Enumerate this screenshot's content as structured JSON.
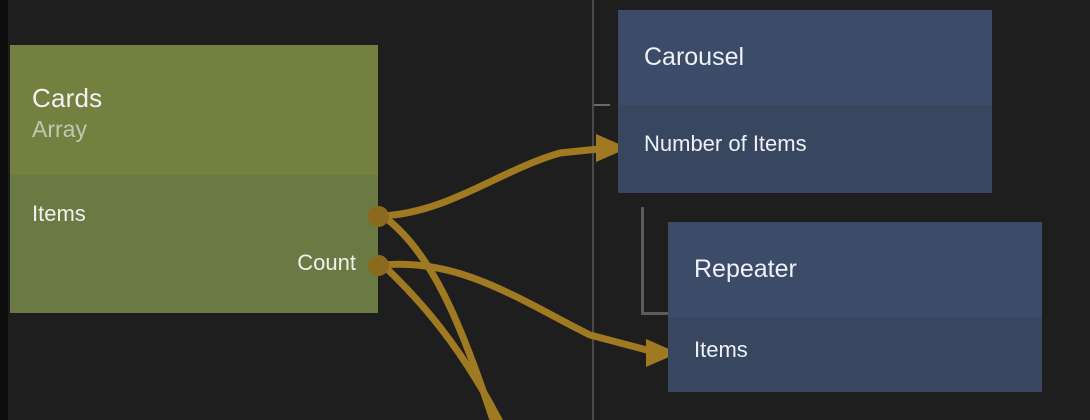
{
  "canvas": {
    "background": "#1e1e1e",
    "gutter_color": "#0d0d0d",
    "guide_line_color": "#5a5a5a",
    "bracket_color": "#5c5c5c"
  },
  "theme": {
    "wire_color": "#a07a22",
    "port_color": "#8a6a1e",
    "green_header": "#74803f",
    "green_body": "#6b7a42",
    "blue_header": "#3c4c68",
    "blue_body": "#384660",
    "text_primary": "#f0f0f0",
    "text_muted": "#c2c7b2"
  },
  "nodes": {
    "cards": {
      "title": "Cards",
      "subtitle": "Array",
      "outputs": [
        {
          "label": "Items",
          "align": "left"
        },
        {
          "label": "Count",
          "align": "right"
        }
      ]
    },
    "carousel": {
      "title": "Carousel",
      "inputs": [
        {
          "label": "Number of Items"
        }
      ]
    },
    "repeater": {
      "title": "Repeater",
      "inputs": [
        {
          "label": "Items"
        }
      ]
    }
  },
  "connections": [
    {
      "from": "cards.Items",
      "to": "carousel.Number of Items"
    },
    {
      "from": "cards.Count",
      "to": "repeater.Items"
    },
    {
      "from": "cards.Items",
      "to": "offscreen-below"
    },
    {
      "from": "cards.Count",
      "to": "offscreen-below"
    }
  ]
}
